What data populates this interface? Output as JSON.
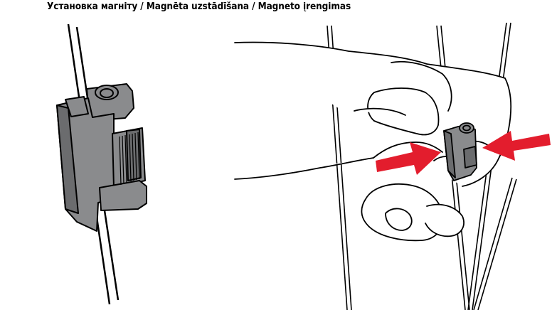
{
  "heading": {
    "text": "Установка магніту / Magnēta uzstādīšana / Magneto įrengimas"
  },
  "illustrations": [
    {
      "name": "magnet-closeup",
      "depicts": "magnet clipped onto two spokes"
    },
    {
      "name": "hand-installing-magnet",
      "depicts": "fingers pressing magnet onto spokes"
    }
  ],
  "colors": {
    "magnet_body": "#8a8b8d",
    "magnet_dark": "#6b6c6e",
    "arrow": "#e31d2d",
    "line": "#000000"
  }
}
